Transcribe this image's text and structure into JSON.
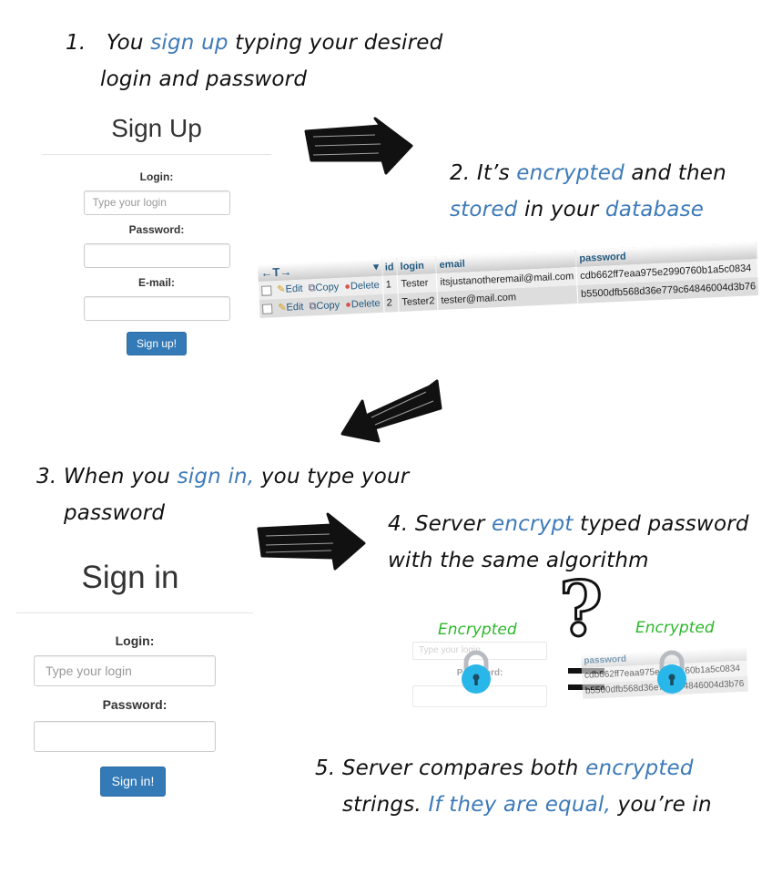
{
  "steps": {
    "s1": {
      "num": "1.",
      "l1a": "You ",
      "l1b": "sign up",
      "l1c": " typing your desired",
      "l2": "login and password"
    },
    "s2": {
      "l1a": "2. It’s ",
      "l1b": "encrypted",
      "l1c": " and then",
      "l2a": "stored",
      "l2b": " in your ",
      "l2c": "database"
    },
    "s3": {
      "l1a": "3. When you ",
      "l1b": "sign in,",
      "l1c": " you type your",
      "l2": "password"
    },
    "s4": {
      "l1a": "4. Server ",
      "l1b": "encrypt",
      "l1c": " typed password",
      "l2": "with the same algorithm"
    },
    "s5": {
      "l1a": "5. Server compares both ",
      "l1b": "encrypted",
      "l2a": "strings. ",
      "l2b": "If they are equal,",
      "l2c": " you’re in"
    }
  },
  "signup": {
    "title": "Sign Up",
    "login_label": "Login:",
    "login_placeholder": "Type your login",
    "password_label": "Password:",
    "email_label": "E-mail:",
    "button": "Sign up!"
  },
  "signin": {
    "title": "Sign in",
    "login_label": "Login:",
    "login_placeholder": "Type your login",
    "password_label": "Password:",
    "button": "Sign in!"
  },
  "db": {
    "nav": "←T→",
    "columns": [
      "id",
      "login",
      "email",
      "password"
    ],
    "actions": {
      "edit": "Edit",
      "copy": "Copy",
      "delete": "Delete"
    },
    "rows": [
      {
        "id": "1",
        "login": "Tester",
        "email": "itsjustanotheremail@mail.com",
        "password": "cdb662ff7eaa975e2990760b1a5c0834"
      },
      {
        "id": "2",
        "login": "Tester2",
        "email": "tester@mail.com",
        "password": "b5500dfb568d36e779c64846004d3b76"
      }
    ]
  },
  "compare": {
    "left_label": "Encrypted",
    "right_label": "Encrypted",
    "question_mark": "?",
    "left_placeholder": "Type your login",
    "left_password_label": "Password:",
    "right_column": "password",
    "right_row1": "cdb662ff7eaa975e2990760b1a5c0834",
    "right_row2": "b5500dfb568d36e779c64846004d3b76"
  },
  "colors": {
    "highlight": "#3d7ab8",
    "button": "#337ab7",
    "encrypted_label": "#2cb82c",
    "lock": "#29b6e8"
  }
}
